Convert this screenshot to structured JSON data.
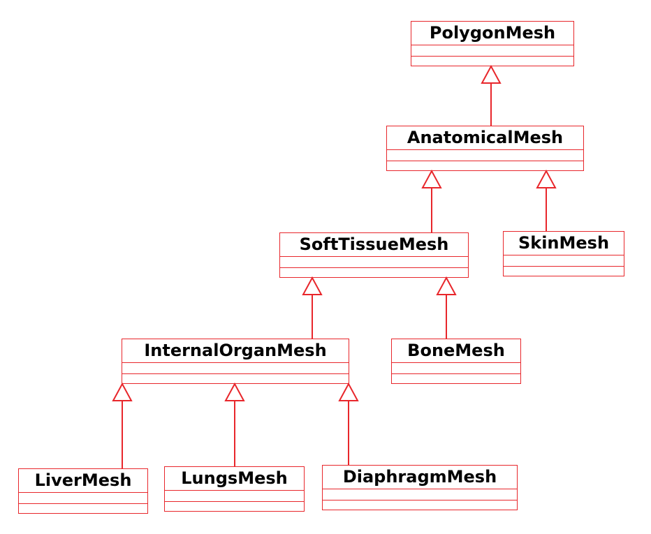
{
  "diagram": {
    "type": "uml-class-hierarchy",
    "line_color": "#e8262b",
    "text_color": "#000000",
    "classes": {
      "polygon_mesh": "PolygonMesh",
      "anatomical_mesh": "AnatomicalMesh",
      "soft_tissue_mesh": "SoftTissueMesh",
      "skin_mesh": "SkinMesh",
      "internal_organ_mesh": "InternalOrganMesh",
      "bone_mesh": "BoneMesh",
      "liver_mesh": "LiverMesh",
      "lungs_mesh": "LungsMesh",
      "diaphragm_mesh": "DiaphragmMesh"
    },
    "generalizations": [
      {
        "child": "anatomical_mesh",
        "parent": "polygon_mesh"
      },
      {
        "child": "soft_tissue_mesh",
        "parent": "anatomical_mesh"
      },
      {
        "child": "skin_mesh",
        "parent": "anatomical_mesh"
      },
      {
        "child": "internal_organ_mesh",
        "parent": "soft_tissue_mesh"
      },
      {
        "child": "bone_mesh",
        "parent": "soft_tissue_mesh"
      },
      {
        "child": "liver_mesh",
        "parent": "internal_organ_mesh"
      },
      {
        "child": "lungs_mesh",
        "parent": "internal_organ_mesh"
      },
      {
        "child": "diaphragm_mesh",
        "parent": "internal_organ_mesh"
      }
    ]
  }
}
